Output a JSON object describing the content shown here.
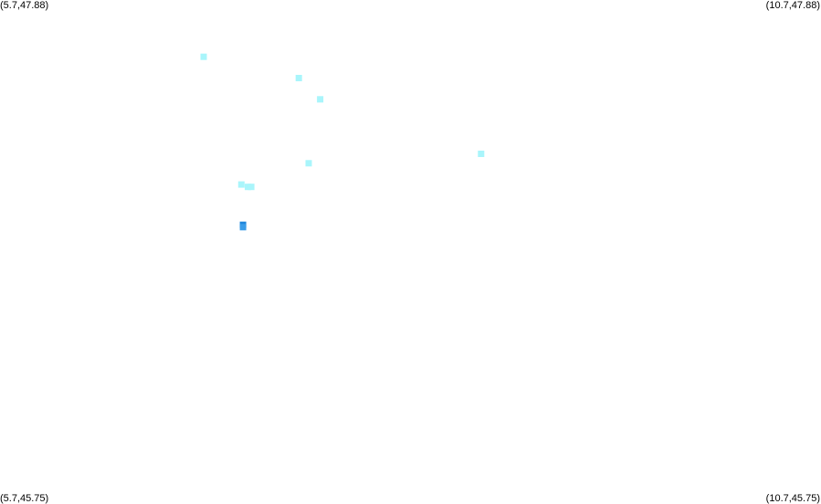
{
  "corners": {
    "top_left": "(5.7,47.88)",
    "top_right": "(10.7,47.88)",
    "bottom_left": "(5.7,45.75)",
    "bottom_right": "(10.7,45.75)"
  },
  "extent": {
    "lon_min": 5.7,
    "lon_max": 10.7,
    "lat_min": 45.75,
    "lat_max": 47.88
  },
  "colors": {
    "light_marker": "#a9f5fb",
    "dark_marker": "#1f86dc",
    "dark_marker_lower": "#3a9ce8"
  },
  "points": [
    {
      "lon": 6.94,
      "lat": 47.64,
      "color": "light"
    },
    {
      "lon": 7.52,
      "lat": 47.55,
      "color": "light"
    },
    {
      "lon": 7.65,
      "lat": 47.46,
      "color": "light"
    },
    {
      "lon": 8.63,
      "lat": 47.23,
      "color": "light"
    },
    {
      "lon": 7.58,
      "lat": 47.19,
      "color": "light"
    },
    {
      "lon": 7.17,
      "lat": 47.1,
      "color": "light"
    },
    {
      "lon": 7.21,
      "lat": 47.09,
      "color": "light"
    },
    {
      "lon": 7.23,
      "lat": 47.09,
      "color": "light"
    },
    {
      "lon": 7.18,
      "lat": 46.93,
      "color": "dark"
    },
    {
      "lon": 7.18,
      "lat": 46.92,
      "color": "dark_lower"
    }
  ]
}
